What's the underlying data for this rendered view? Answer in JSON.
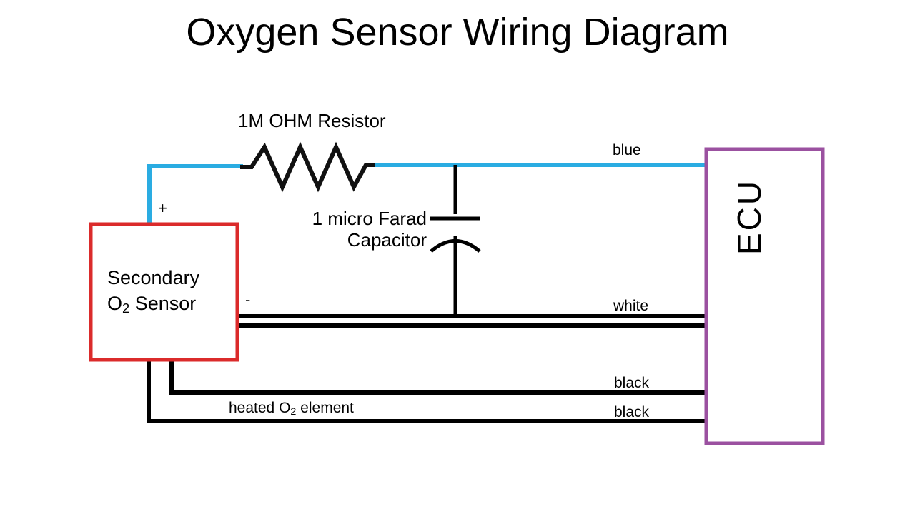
{
  "page": {
    "title": "Oxygen Sensor Wiring Diagram",
    "background_color": "#ffffff"
  },
  "colors": {
    "wire_blue": "#2AACE2",
    "wire_black": "#000000",
    "sensor_box_border": "#DB2B2B",
    "ecu_box_border": "#9B51A0",
    "text": "#000000"
  },
  "components": {
    "sensor": {
      "label_line1": "Secondary",
      "label_line2_prefix": "O",
      "label_line2_sub": "2",
      "label_line2_suffix": " Sensor",
      "terminal_positive": "+",
      "terminal_negative": "-",
      "border_color": "#DB2B2B"
    },
    "ecu": {
      "label": "ECU",
      "border_color": "#9B51A0",
      "orientation": "vertical-bottom-to-top"
    },
    "resistor": {
      "label": "1M OHM Resistor",
      "value": "1M",
      "unit": "OHM",
      "peaks": 3
    },
    "capacitor": {
      "label_line1": "1 micro Farad",
      "label_line2": "Capacitor",
      "value": "1",
      "unit": "micro Farad",
      "type": "polarized"
    }
  },
  "wires": [
    {
      "name": "blue",
      "label": "blue",
      "color": "#2AACE2",
      "from": "sensor +",
      "to": "ECU",
      "through": "1M OHM Resistor"
    },
    {
      "name": "white",
      "label": "white",
      "color": "#000000",
      "from": "sensor -",
      "to": "ECU"
    },
    {
      "name": "black-1",
      "label": "black",
      "color": "#000000",
      "from": "sensor",
      "to": "ECU"
    },
    {
      "name": "black-2",
      "label": "black",
      "color": "#000000",
      "from": "sensor",
      "to": "ECU"
    }
  ],
  "annotations": {
    "heated_element_prefix": "heated O",
    "heated_element_sub": "2",
    "heated_element_suffix": " element"
  }
}
